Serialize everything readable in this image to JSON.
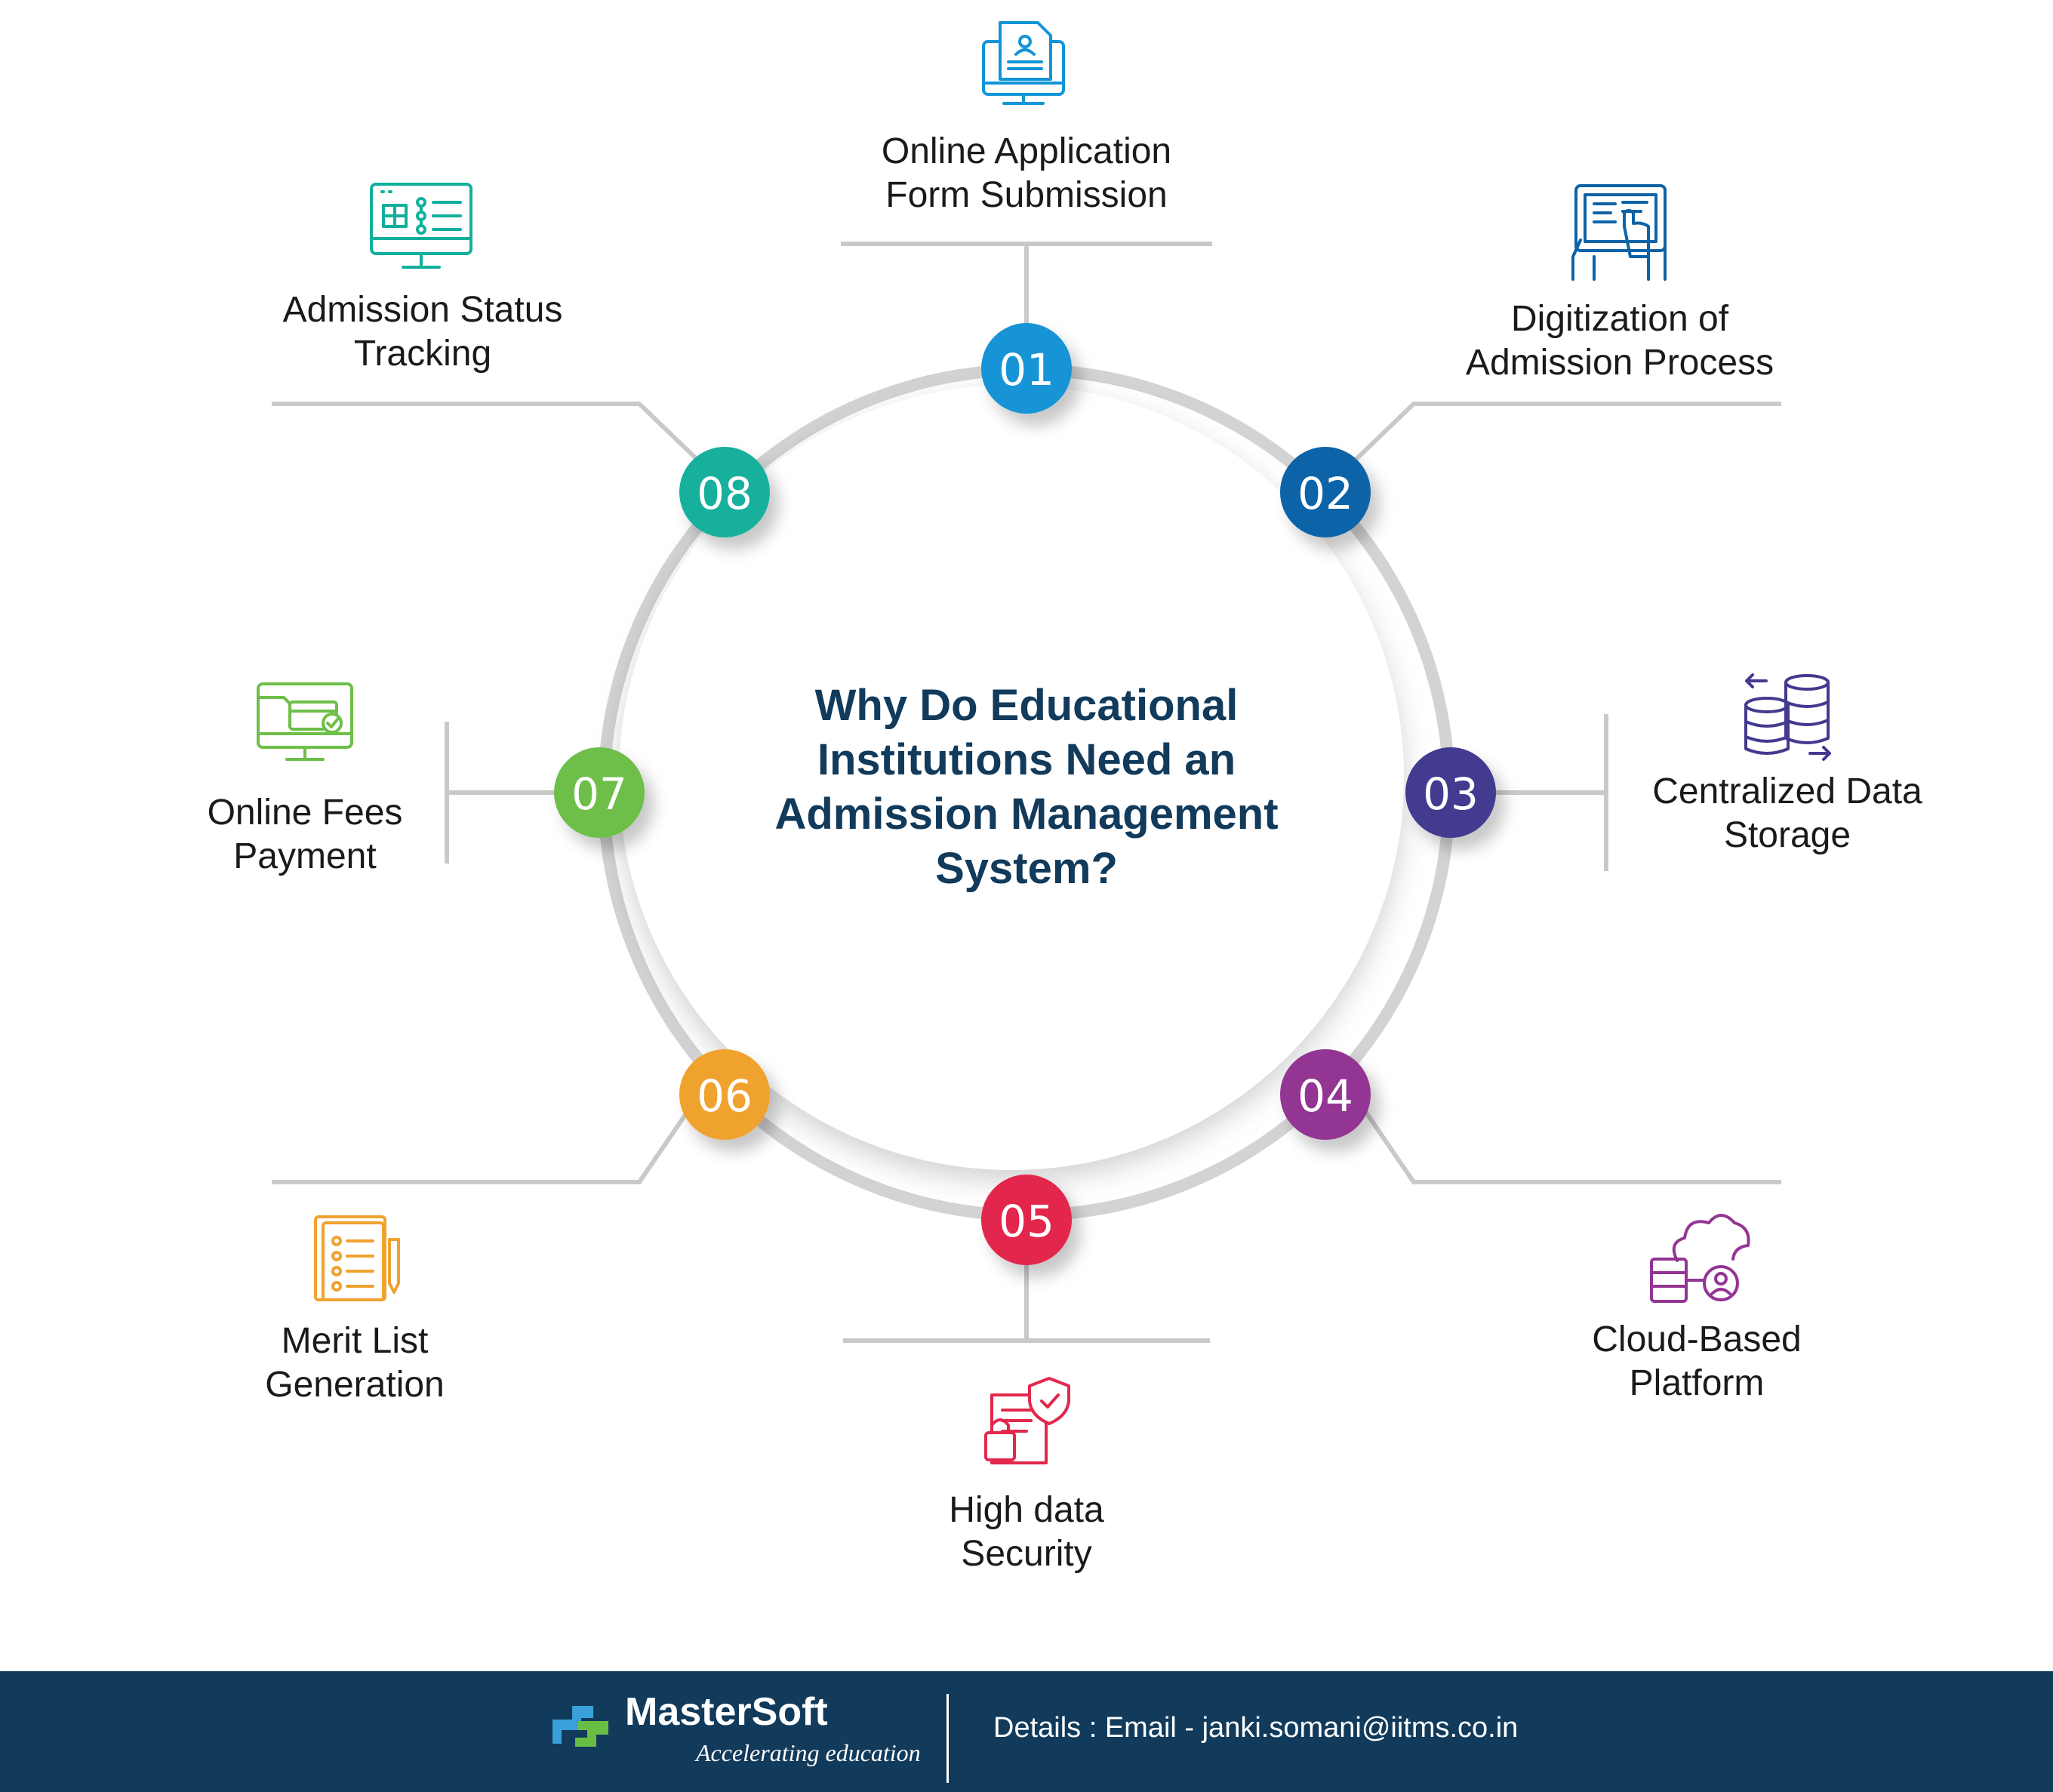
{
  "title": [
    "Why Do Educational",
    "Institutions Need an",
    "Admission Management",
    "System?"
  ],
  "colors": {
    "ring": "#d3d3d4",
    "lines": "#c9c9ca",
    "title": "#113a5b",
    "footer": "#113a5b"
  },
  "items": [
    {
      "num": "01",
      "color": "#1394d6",
      "icon": "online-application-icon",
      "lines": [
        "Online Application",
        "Form Submission"
      ]
    },
    {
      "num": "02",
      "color": "#0d63a7",
      "icon": "digitization-tablet-icon",
      "lines": [
        "Digitization of",
        "Admission Process"
      ]
    },
    {
      "num": "03",
      "color": "#433a8f",
      "icon": "database-icon",
      "lines": [
        "Centralized Data",
        "Storage"
      ]
    },
    {
      "num": "04",
      "color": "#933593",
      "icon": "cloud-platform-icon",
      "lines": [
        "Cloud-Based",
        "Platform"
      ]
    },
    {
      "num": "05",
      "color": "#e3284c",
      "icon": "security-shield-icon",
      "lines": [
        "High data",
        "Security"
      ]
    },
    {
      "num": "06",
      "color": "#f0a22f",
      "icon": "merit-list-icon",
      "lines": [
        "Merit List",
        "Generation"
      ]
    },
    {
      "num": "07",
      "color": "#6dbf48",
      "icon": "payment-card-icon",
      "lines": [
        "Online Fees",
        "Payment"
      ]
    },
    {
      "num": "08",
      "color": "#12b09c",
      "icon": "status-tracking-icon",
      "lines": [
        "Admission Status",
        "Tracking"
      ]
    }
  ],
  "footer": {
    "brand": "MasterSoft",
    "tagline": "Accelerating education",
    "details": "Details : Email - janki.somani@iitms.co.in"
  }
}
